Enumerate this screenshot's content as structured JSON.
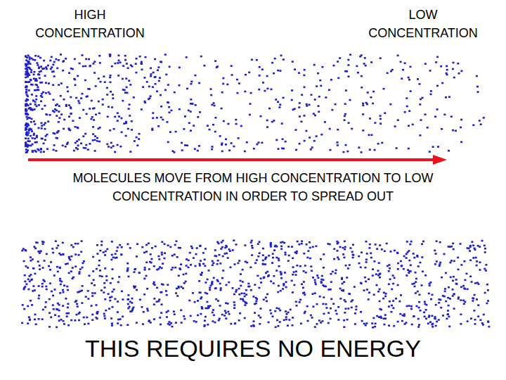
{
  "diagram": {
    "labels": [
      "HIGH CONCENTRATION",
      "LOW CONCENTRATION",
      "MOLECULES MOVE FROM HIGH CONCENTRATION TO LOW CONCENTRATION IN ORDER TO SPREAD OUT",
      "THIS REQUIRES NO ENERGY"
    ]
  }
}
